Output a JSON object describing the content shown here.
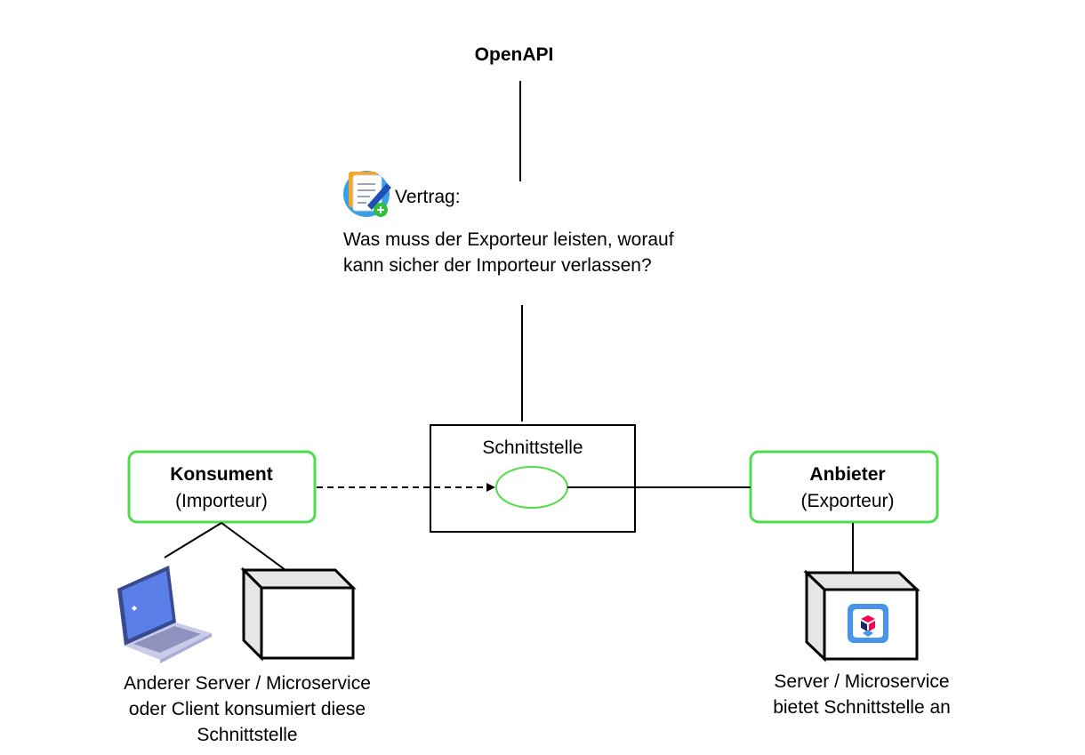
{
  "title": "OpenAPI",
  "contract": {
    "label": "Vertrag:",
    "icon": "contract-document-pen-icon",
    "question_lines": [
      "Was muss der Exporteur leisten, worauf",
      "kann sicher der Importeur verlassen?"
    ]
  },
  "interface": {
    "label": "Schnittstelle"
  },
  "consumer": {
    "title": "Konsument",
    "subtitle": "(Importeur)",
    "devices": [
      "laptop-icon",
      "server-box-icon"
    ],
    "description_lines": [
      "Anderer Server / Microservice",
      "oder Client konsumiert diese",
      "Schnittstelle"
    ]
  },
  "provider": {
    "title": "Anbieter",
    "subtitle": "(Exporteur)",
    "devices": [
      "server-box-with-quarkus-logo-icon"
    ],
    "description_lines": [
      "Server / Microservice",
      "bietet Schnittstelle an"
    ]
  },
  "colors": {
    "role_border": "#4ddd4d",
    "ellipse_border": "#4ddd4d",
    "line": "#000000",
    "box_side": "#e6e6e6",
    "laptop_screen": "#5b7fe8",
    "laptop_body": "#c9cce8",
    "quarkus_blue": "#4695eb",
    "quarkus_red": "#ff004a",
    "contract_icon_bg": "#3aa0e6",
    "contract_icon_badge": "#2fbf3a"
  }
}
